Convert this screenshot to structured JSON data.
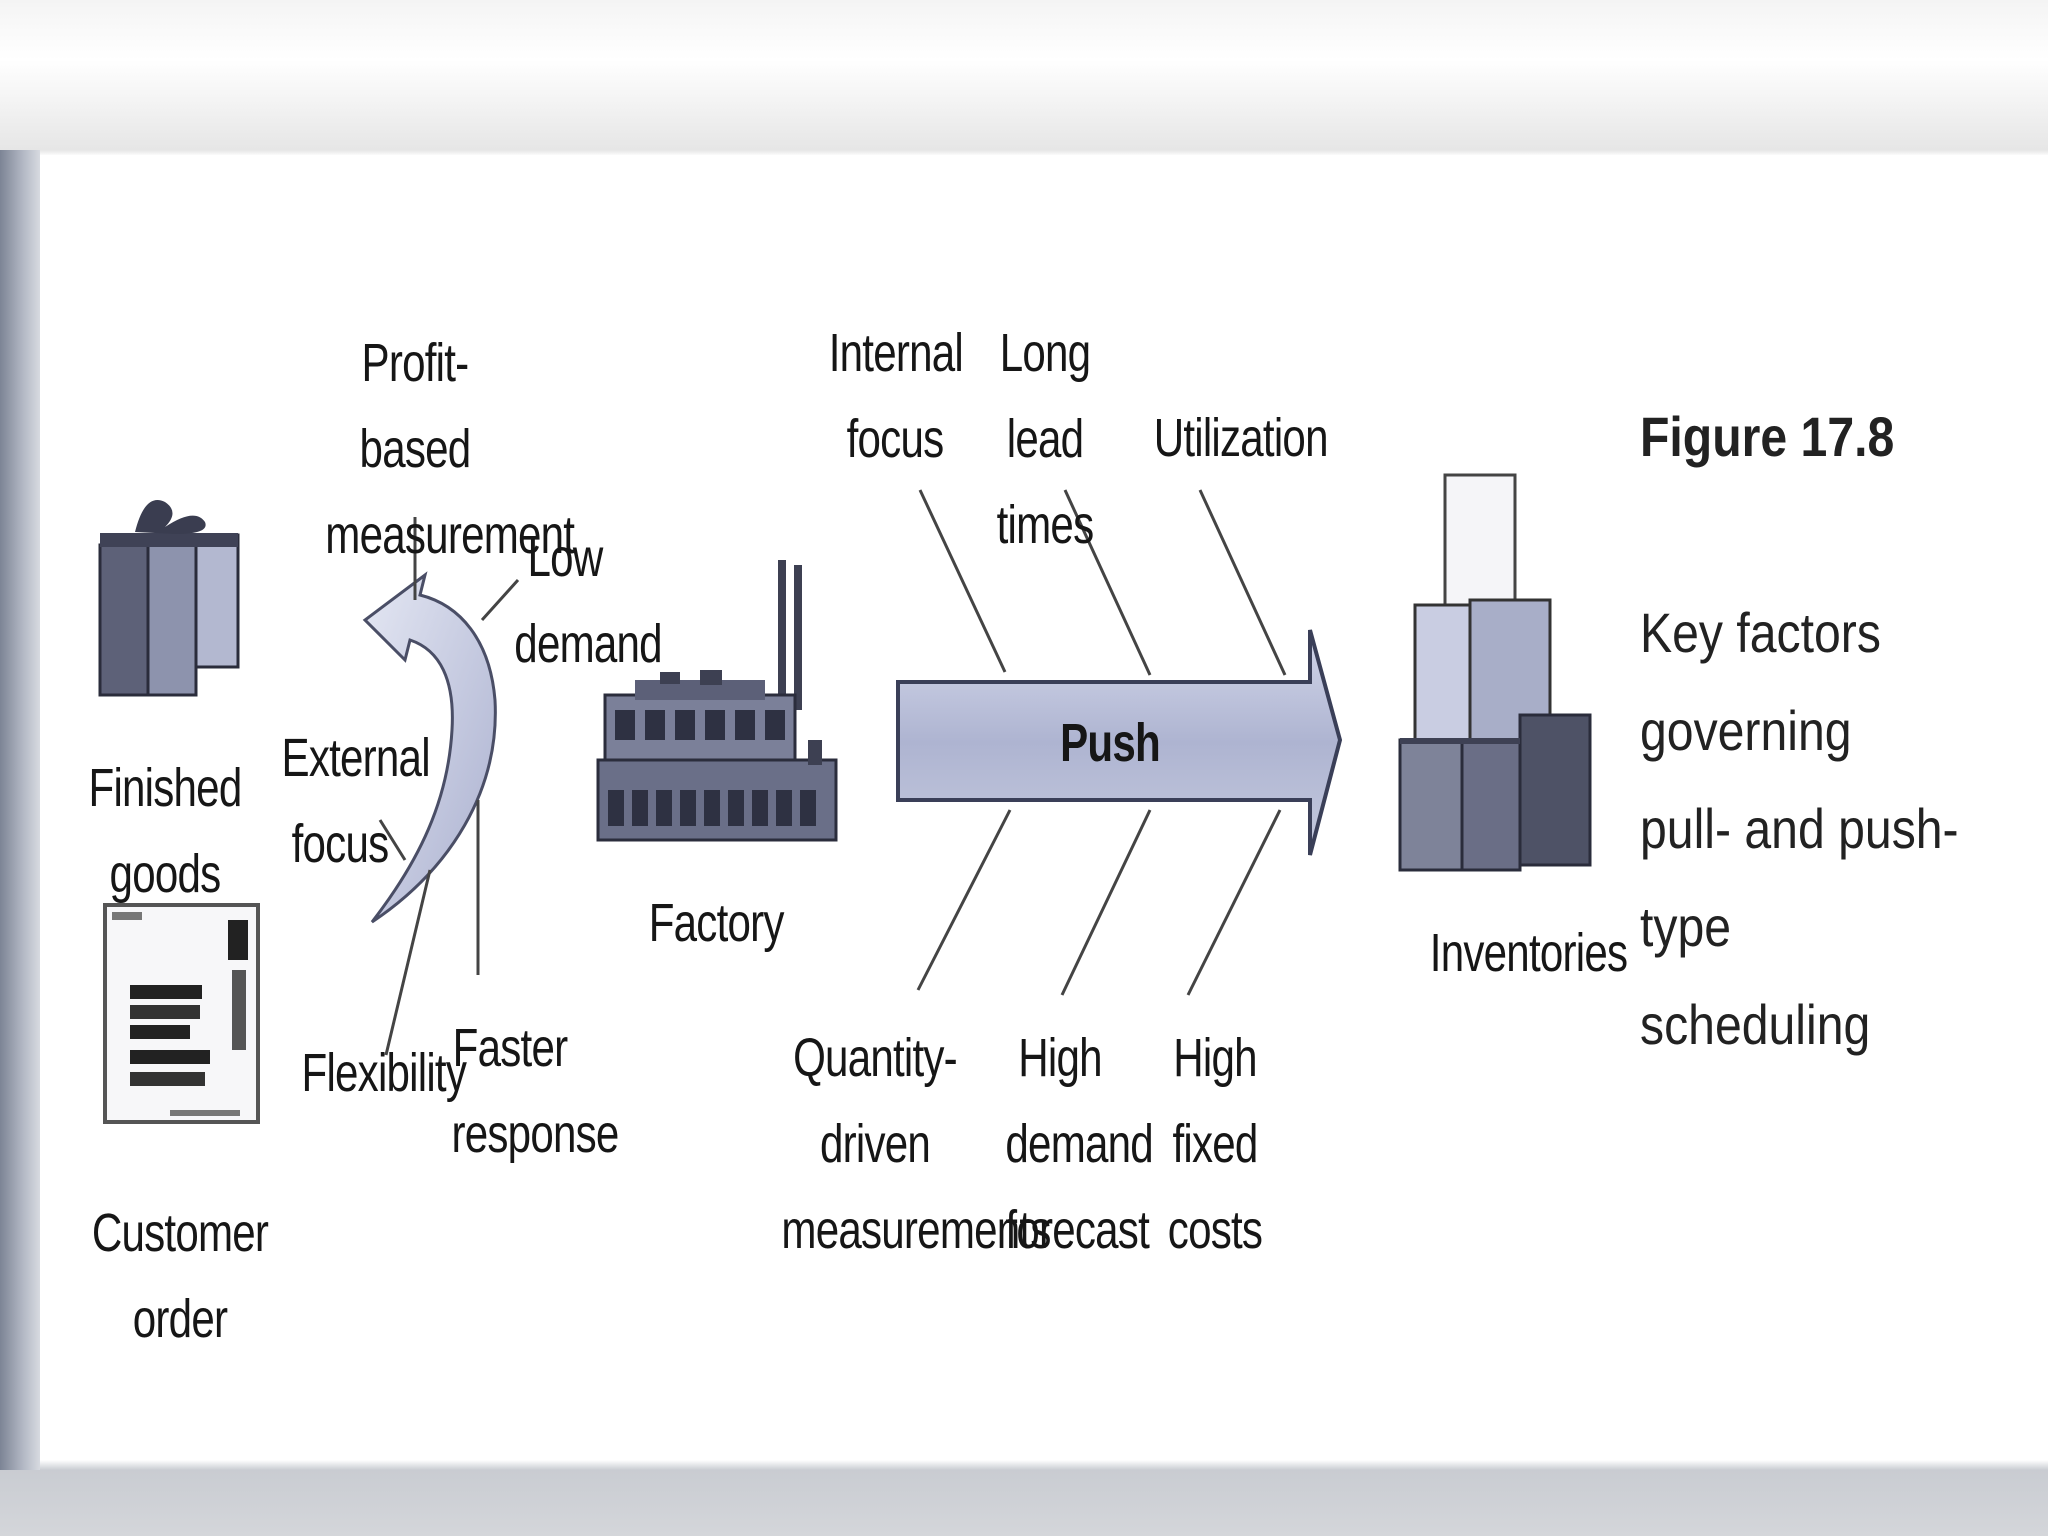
{
  "figure": {
    "number": "Figure 17.8",
    "title": "Key factors governing\npull- and push-type\nscheduling"
  },
  "nodes": {
    "finished_goods": "Finished goods",
    "customer_order": "Customer order",
    "factory": "Factory",
    "inventories": "Inventories"
  },
  "push_arrow": {
    "label": "Push",
    "factors_top": [
      "Internal\nfocus",
      "Long lead\ntimes",
      "Utilization"
    ],
    "factors_bottom": [
      "Quantity-driven\nmeasurements",
      "High\ndemand\nforecast",
      "High fixed\ncosts"
    ]
  },
  "pull_arrow": {
    "factors": [
      "Profit-based\nmeasurement",
      "Low\ndemand",
      "External\nfocus",
      "Flexibility",
      "Faster\nresponse"
    ]
  },
  "colors": {
    "arrow_fill": "#b9bfd9",
    "arrow_stroke": "#3a3f58",
    "box_light": "#aab0c9",
    "box_dark": "#5d6178"
  }
}
